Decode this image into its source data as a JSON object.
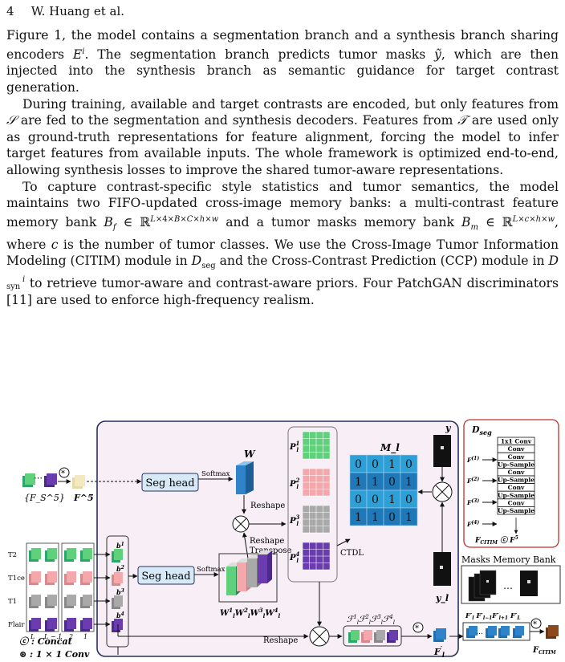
{
  "header": {
    "page_number": "4",
    "authors": "W. Huang et al."
  },
  "body": {
    "p1": "Figure 1, the model contains a segmentation branch and a synthesis branch sharing encoders E^i. The segmentation branch predicts tumor masks ỹ, which are then injected into the synthesis branch as semantic guidance for target contrast generation.",
    "p2": "During training, available and target contrasts are encoded, but only features from S are fed to the segmentation and synthesis decoders. Features from T are used only as ground-truth representations for feature alignment, forcing the model to infer target features from available inputs. The whole framework is optimized end-to-end, allowing synthesis losses to improve the shared tumor-aware representations.",
    "p3": "To capture contrast-specific style statistics and tumor semantics, the model maintains two FIFO-updated cross-image memory banks: a multi-contrast feature memory bank B_f ∈ ℝ^(L×4×B×C×h×w) and a tumor masks memory bank B_m ∈ ℝ^(L×c×h×w), where c is the number of tumor classes. We use the Cross-Image Tumor Information Modeling (CITIM) module in D_seg and the Cross-Contrast Prediction (CCP) module in D^i_syn to retrieve tumor-aware and contrast-aware priors. Four PatchGAN discriminators [11] are used to enforce high-frequency realism."
  },
  "figure": {
    "seg_head_label": "Seg head",
    "softmax_label": "Softmax",
    "w_label": "W",
    "reshape_label": "Reshape",
    "reshape_transpose_label": "Reshape Transpose",
    "ctdl_label": "CTDL",
    "m_label": "M_l",
    "y_label": "y",
    "yl_label": "y_l",
    "fs5_label": "{F_S^5}",
    "f5_label": "F^5",
    "contrasts": [
      "T2",
      "T1ce",
      "T1",
      "Flair"
    ],
    "layer_ticks": [
      "L",
      "L − 1",
      "…",
      "2",
      "1"
    ],
    "b_labels": [
      "b_l^1",
      "b_l^2",
      "b_l^3",
      "b_l^4"
    ],
    "p_labels": [
      "P_l^1",
      "P_l^2",
      "P_l^3",
      "P_l^4"
    ],
    "w_stack_label": "W_l^1 W_l^2 W_l^3 W_l^4",
    "calf_label": "ℱ_l^1 ℱ_l^2 ℱ_l^3 ℱ_l^4",
    "fl_prime_label": "F'_l",
    "fl_seq_label": "F'_l   F'_{l-1} F'_{l+1} F'_L",
    "fcitim_label": "F_CITIM",
    "concat_legend": "Ⓒ: Concat",
    "conv_legend": "⊛: 1 × 1 Conv",
    "memory_bank_label": "Masks Memory Bank",
    "matrix": [
      [
        0,
        0,
        1,
        0
      ],
      [
        1,
        1,
        0,
        1
      ],
      [
        0,
        0,
        1,
        0
      ],
      [
        1,
        1,
        0,
        1
      ]
    ],
    "dseg": {
      "title": "D_seg",
      "blocks": [
        "1x1 Conv",
        "Conv",
        "Conv",
        "Up-Sample",
        "Conv",
        "Up-Sample",
        "Conv",
        "Up-Sample",
        "Conv",
        "Up-Sample"
      ],
      "inputs": [
        "F^(1)",
        "F^(2)",
        "F^(3)",
        "F^(4)"
      ],
      "footer": "F_CITIM Ⓒ F^5"
    },
    "colors": {
      "panel_bg": "#f7eef6",
      "panel_border": "#24325a",
      "seg_head": "#d7e9f7",
      "teal": "#2aa86a",
      "green": "#5fd17a",
      "pink": "#f4a8ac",
      "gray": "#a9a9a9",
      "purple": "#6a3cb0",
      "blue": "#2f83c9",
      "matrix_light": "#2ea0d8",
      "matrix_dark": "#1f78b8",
      "dseg_border": "#c0302a",
      "fcitim": "#8a4a1e"
    }
  }
}
